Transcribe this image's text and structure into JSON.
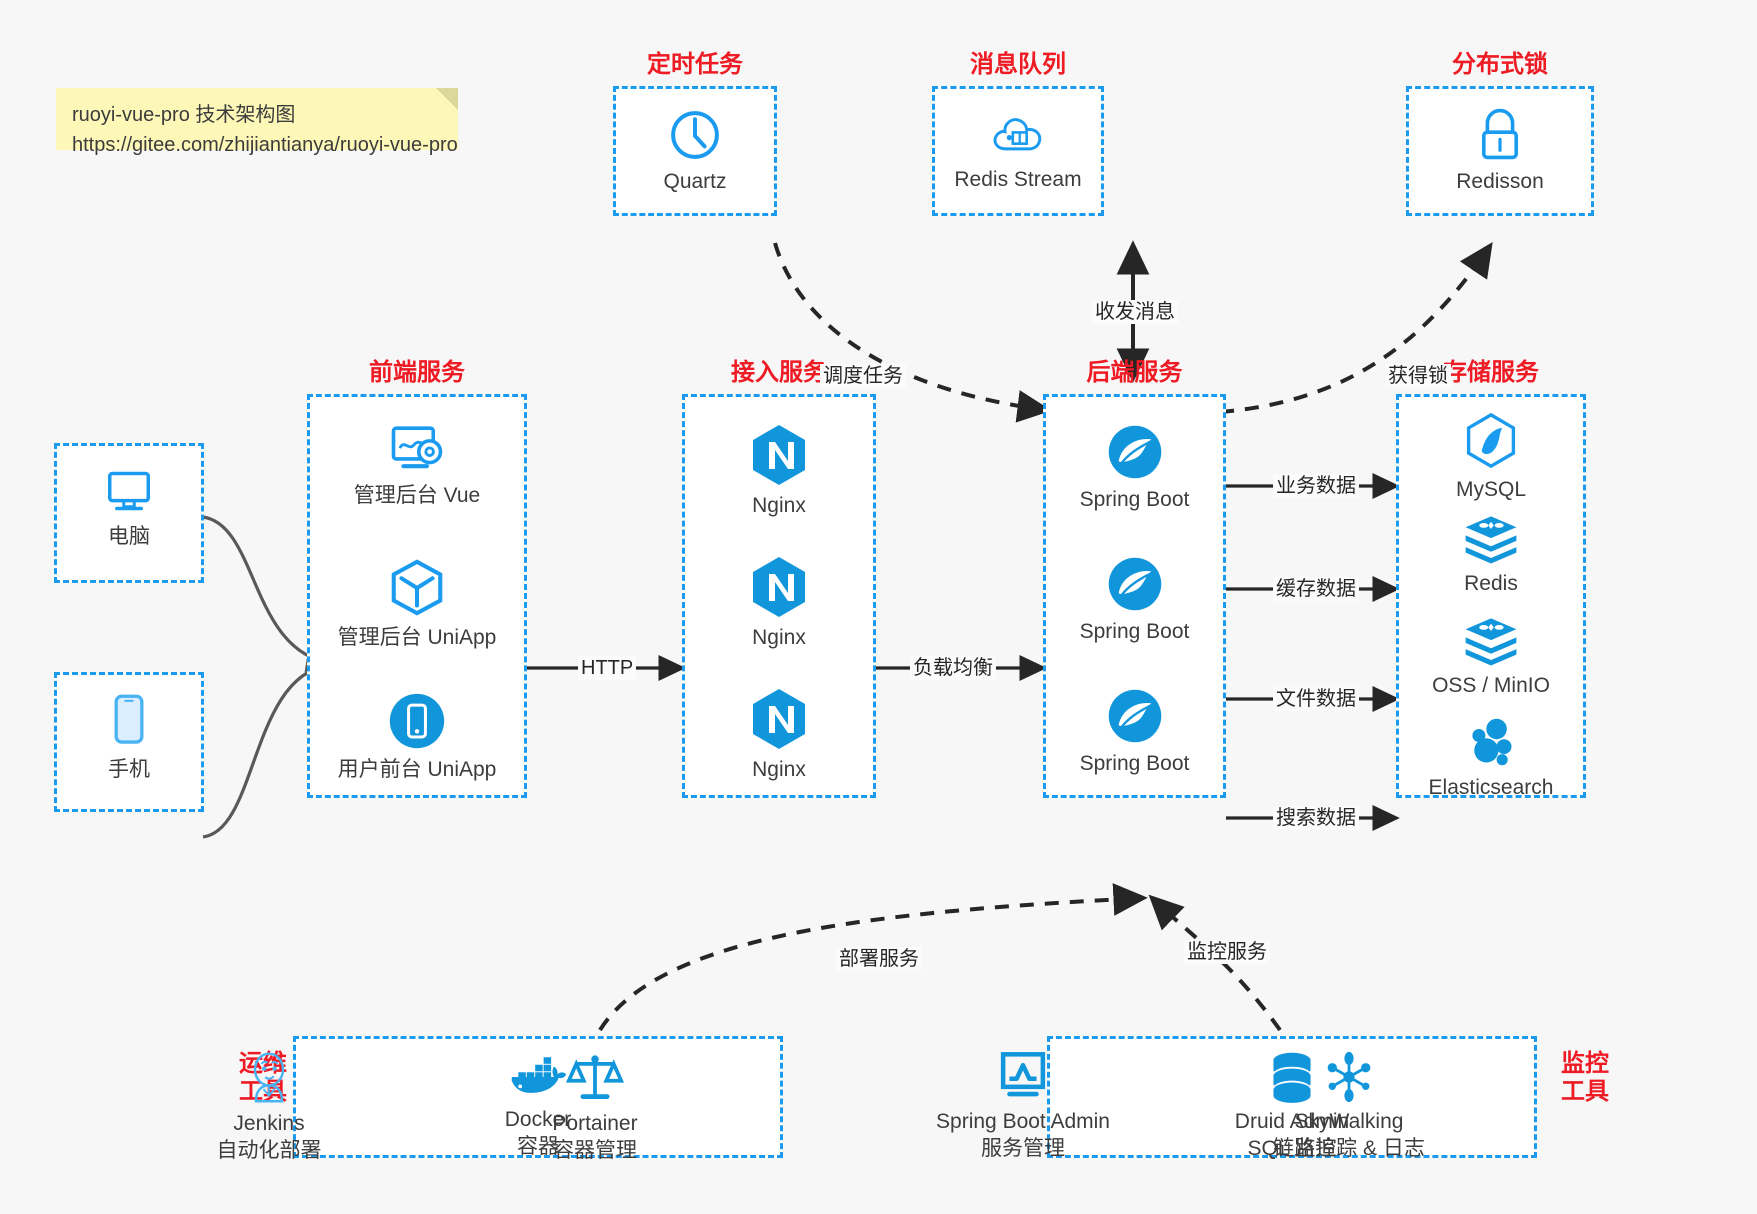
{
  "note": {
    "line1": "ruoyi-vue-pro 技术架构图",
    "line2": "https://gitee.com/zhijiantianya/ruoyi-vue-pro"
  },
  "colors": {
    "accent_blue": "#1b9bf0",
    "icon_blue": "#1296db",
    "group_title_red": "#ee1b24",
    "background": "#f7f7f7",
    "note_yellow": "#fdf8b8",
    "arrow_dark": "#262626",
    "user_arrow_gray": "#595959"
  },
  "groups": {
    "scheduled_task": {
      "title": "定时任务",
      "nodes": [
        {
          "label": "Quartz",
          "icon": "clock-icon"
        }
      ]
    },
    "message_queue": {
      "title": "消息队列",
      "nodes": [
        {
          "label": "Redis Stream",
          "icon": "cloud-stream-icon"
        }
      ]
    },
    "distributed_lock": {
      "title": "分布式锁",
      "nodes": [
        {
          "label": "Redisson",
          "icon": "lock-icon"
        }
      ]
    },
    "clients": {
      "nodes": [
        {
          "label": "电脑",
          "icon": "desktop-monitor-icon"
        },
        {
          "label": "手机",
          "icon": "mobile-phone-icon"
        }
      ]
    },
    "frontend": {
      "title": "前端服务",
      "nodes": [
        {
          "label": "管理后台 Vue",
          "icon": "dashboard-gear-icon"
        },
        {
          "label": "管理后台 UniApp",
          "icon": "hexagon-cube-icon"
        },
        {
          "label": "用户前台 UniApp",
          "icon": "phone-circle-icon"
        }
      ]
    },
    "gateway": {
      "title": "接入服务",
      "nodes": [
        {
          "label": "Nginx",
          "icon": "nginx-icon"
        },
        {
          "label": "Nginx",
          "icon": "nginx-icon"
        },
        {
          "label": "Nginx",
          "icon": "nginx-icon"
        }
      ]
    },
    "backend": {
      "title": "后端服务",
      "nodes": [
        {
          "label": "Spring Boot",
          "icon": "spring-boot-icon"
        },
        {
          "label": "Spring Boot",
          "icon": "spring-boot-icon"
        },
        {
          "label": "Spring Boot",
          "icon": "spring-boot-icon"
        }
      ]
    },
    "storage": {
      "title": "存储服务",
      "nodes": [
        {
          "label": "MySQL",
          "icon": "mysql-dolphin-icon"
        },
        {
          "label": "Redis",
          "icon": "redis-stack-icon"
        },
        {
          "label": "OSS / MinIO",
          "icon": "redis-stack-icon"
        },
        {
          "label": "Elasticsearch",
          "icon": "elasticsearch-icon"
        }
      ]
    },
    "devops": {
      "title_line1": "运维",
      "title_line2": "工具",
      "nodes": [
        {
          "label": "Jenkins",
          "sub": "自动化部署",
          "icon": "jenkins-butler-icon"
        },
        {
          "label": "Docker",
          "sub": "容器",
          "icon": "docker-whale-icon"
        },
        {
          "label": "Portainer",
          "sub": "容器管理",
          "icon": "scales-balance-icon"
        }
      ]
    },
    "monitoring": {
      "title_line1": "监控",
      "title_line2": "工具",
      "nodes": [
        {
          "label": "Spring Boot Admin",
          "sub": "服务管理",
          "icon": "monitor-chart-icon"
        },
        {
          "label": "Druid Admin",
          "sub": "SQL 监控",
          "icon": "database-cylinder-icon"
        },
        {
          "label": "SkyWalking",
          "sub": "链路追踪 & 日志",
          "icon": "skywalking-nodes-icon"
        }
      ]
    }
  },
  "edges": [
    {
      "id": "quartz-to-backend",
      "label": "调度任务",
      "style": "dashed"
    },
    {
      "id": "backend-to-mq",
      "label": "收发消息",
      "style": "dashed-bidirectional"
    },
    {
      "id": "backend-to-lock",
      "label": "获得锁",
      "style": "dashed"
    },
    {
      "id": "frontend-to-gateway",
      "label": "HTTP",
      "style": "solid"
    },
    {
      "id": "gateway-to-backend",
      "label": "负载均衡",
      "style": "solid"
    },
    {
      "id": "backend-to-mysql",
      "label": "业务数据",
      "style": "solid"
    },
    {
      "id": "backend-to-redis",
      "label": "缓存数据",
      "style": "solid"
    },
    {
      "id": "backend-to-oss",
      "label": "文件数据",
      "style": "solid"
    },
    {
      "id": "backend-to-es",
      "label": "搜索数据",
      "style": "solid"
    },
    {
      "id": "devops-to-backend",
      "label": "部署服务",
      "style": "dashed"
    },
    {
      "id": "monitoring-to-backend",
      "label": "监控服务",
      "style": "dashed"
    }
  ]
}
